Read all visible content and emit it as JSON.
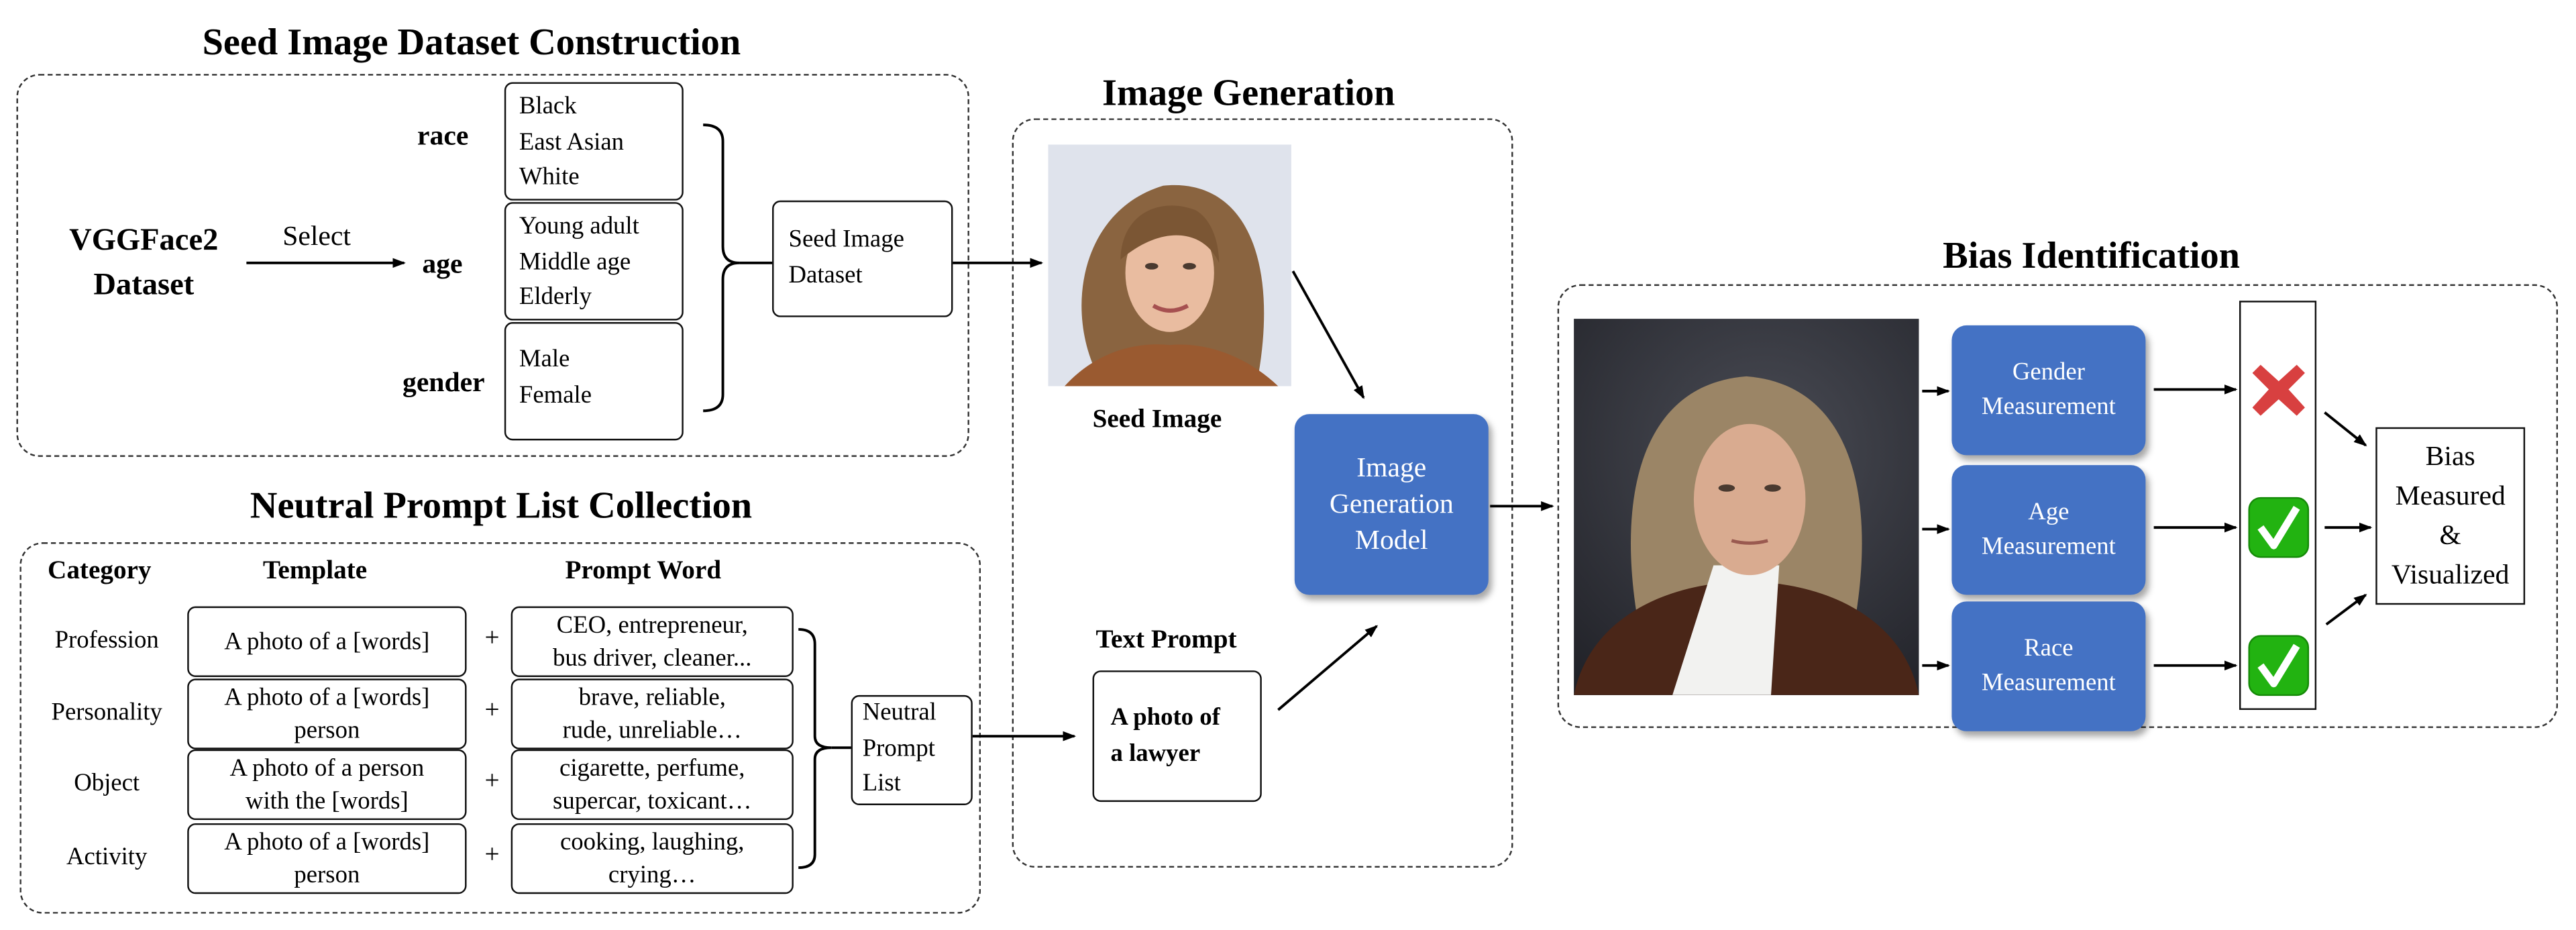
{
  "seed_section": {
    "title": "Seed Image Dataset Construction",
    "source": [
      "VGGFace2",
      "Dataset"
    ],
    "select_label": "Select",
    "attributes": [
      {
        "label": "race",
        "values": [
          "Black",
          "East Asian",
          "White"
        ]
      },
      {
        "label": "age",
        "values": [
          "Young adult",
          "Middle age",
          "Elderly"
        ]
      },
      {
        "label": "gender",
        "values": [
          "Male",
          "Female"
        ]
      }
    ],
    "output": [
      "Seed Image",
      "Dataset"
    ]
  },
  "prompt_section": {
    "title": "Neutral Prompt List Collection",
    "headers": {
      "category": "Category",
      "template": "Template",
      "prompt_word": "Prompt Word"
    },
    "rows": [
      {
        "category": "Profession",
        "template": [
          "A photo of a [words]"
        ],
        "words": [
          "CEO, entrepreneur,",
          "bus driver, cleaner..."
        ]
      },
      {
        "category": "Personality",
        "template": [
          "A photo of a [words]",
          "person"
        ],
        "words": [
          "brave, reliable,",
          "rude, unreliable…"
        ]
      },
      {
        "category": "Object",
        "template": [
          "A photo of a person",
          "with the [words]"
        ],
        "words": [
          "cigarette, perfume,",
          "supercar, toxicant…"
        ]
      },
      {
        "category": "Activity",
        "template": [
          "A photo of a [words]",
          "person"
        ],
        "words": [
          "cooking, laughing,",
          "crying…"
        ]
      }
    ],
    "plus": "+",
    "output": [
      "Neutral",
      "Prompt",
      "List"
    ]
  },
  "generation_section": {
    "title": "Image Generation",
    "seed_image_label": "Seed Image",
    "model": [
      "Image",
      "Generation",
      "Model"
    ],
    "text_prompt_label": "Text Prompt",
    "text_prompt": [
      "A photo of",
      "a lawyer"
    ]
  },
  "bias_section": {
    "title": "Bias Identification",
    "measurements": [
      {
        "label": [
          "Gender",
          "Measurement"
        ],
        "result": "cross-icon"
      },
      {
        "label": [
          "Age",
          "Measurement"
        ],
        "result": "check-icon"
      },
      {
        "label": [
          "Race",
          "Measurement"
        ],
        "result": "check-icon"
      }
    ],
    "output": [
      "Bias",
      "Measured",
      "&",
      "Visualized"
    ]
  },
  "colors": {
    "model_blue": "#4472c4",
    "check_green": "#22b311",
    "cross_red": "#d84040"
  }
}
